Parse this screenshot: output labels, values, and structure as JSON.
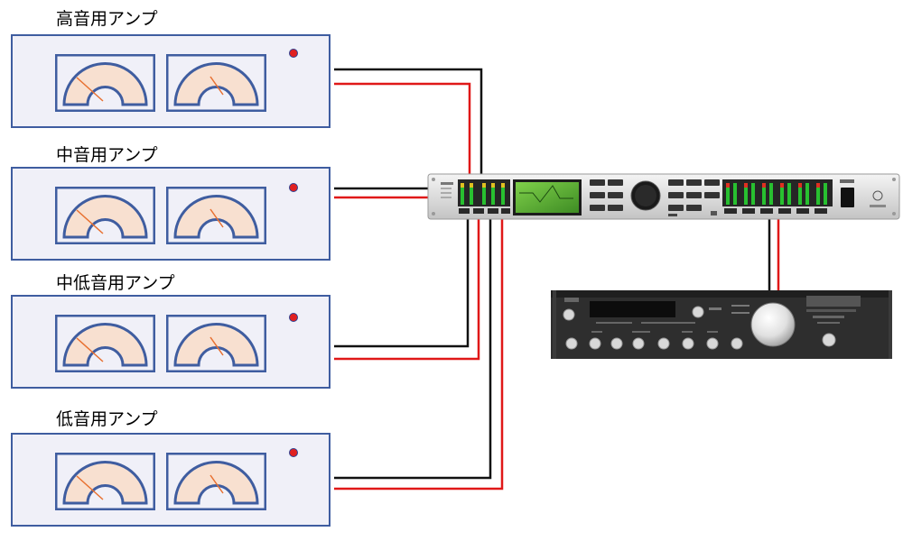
{
  "amplifiers": [
    {
      "label": "高音用アンプ"
    },
    {
      "label": "中音用アンプ"
    },
    {
      "label": "中低音用アンプ"
    },
    {
      "label": "低音用アンプ"
    }
  ],
  "colors": {
    "amp_border": "#3f5da0",
    "amp_fill": "#f0f0f8",
    "meter_face": "#f8e0d0",
    "needle": "#e87030",
    "power_led": "#e02020",
    "cable_black": "#111111",
    "cable_red": "#e01818"
  },
  "icons": {
    "crossover": "digital-crossover-rack-unit",
    "preamp": "preamplifier-unit"
  }
}
